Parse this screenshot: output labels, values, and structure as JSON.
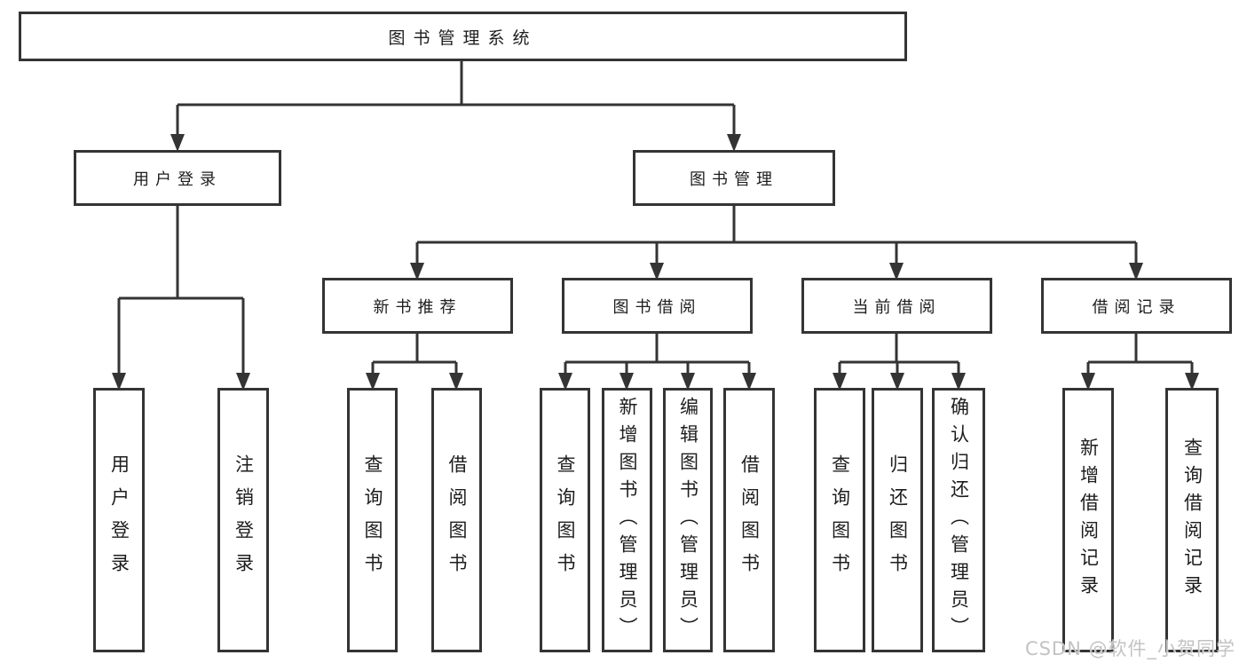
{
  "diagram": {
    "watermark": "CSDN @软件_小贺同学",
    "colors": {
      "line": "#343434",
      "box_border": "#343434",
      "text": "#1d1d1d",
      "watermark": "#c3c3c3",
      "background": "#ffffff"
    },
    "tree": {
      "root": "图书管理系统",
      "branches": [
        {
          "label": "用户登录",
          "leaves": [
            "用户登录",
            "注销登录"
          ]
        },
        {
          "label": "图书管理",
          "groups": [
            {
              "label": "新书推荐",
              "leaves": [
                "查询图书",
                "借阅图书"
              ]
            },
            {
              "label": "图书借阅",
              "leaves": [
                "查询图书",
                "新增图书（管理员）",
                "编辑图书（管理员）",
                "借阅图书"
              ]
            },
            {
              "label": "当前借阅",
              "leaves": [
                "查询图书",
                "归还图书",
                "确认归还（管理员）"
              ]
            },
            {
              "label": "借阅记录",
              "leaves": [
                "新增借阅记录",
                "查询借阅记录"
              ]
            }
          ]
        }
      ]
    }
  }
}
